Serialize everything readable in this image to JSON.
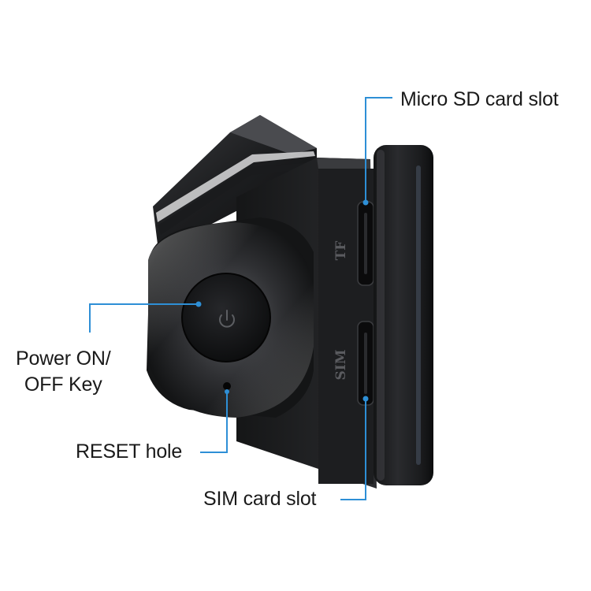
{
  "callouts": {
    "microsd": {
      "label": "Micro SD card slot"
    },
    "power": {
      "line1": "Power ON/",
      "line2": "OFF Key"
    },
    "reset": {
      "label": "RESET hole"
    },
    "sim": {
      "label": "SIM card slot"
    }
  },
  "device": {
    "slot_labels": {
      "tf": "TF",
      "sim": "SIM"
    }
  },
  "colors": {
    "callout_line": "#2e8fd6",
    "callout_dot": "#2e8fd6",
    "body": "#1b1c1e",
    "text": "#1a1a1a"
  }
}
